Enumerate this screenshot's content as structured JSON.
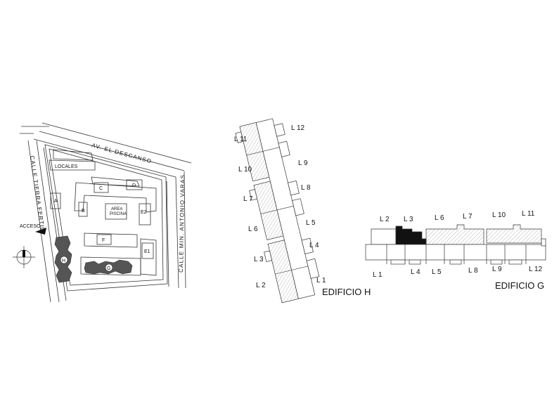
{
  "site_plan": {
    "street_top": "AV. EL DESCANSO",
    "street_left": "CALLE TIERRA FERTIL",
    "street_right": "CALLE MIN. ANTONIO VARAS",
    "shops": "LOCALES",
    "pool": [
      "AREA",
      "PISCINA"
    ],
    "access": "ACCESO",
    "buildings": [
      "A",
      "B",
      "C",
      "D",
      "E1",
      "E2",
      "F",
      "G",
      "H"
    ],
    "north_symbol": "N"
  },
  "edificio_h": {
    "title": "EDIFICIO H",
    "lots": [
      "L 1",
      "L 2",
      "L 3",
      "L 4",
      "L 5",
      "L 6",
      "L 7",
      "L 8",
      "L 9",
      "L 10",
      "L 11",
      "L 12"
    ]
  },
  "edificio_g": {
    "title": "EDIFICIO G",
    "lots": [
      "L 1",
      "L 2",
      "L 3",
      "L 4",
      "L 5",
      "L 6",
      "L 7",
      "L 8",
      "L 9",
      "L 10",
      "L 11",
      "L 12"
    ],
    "highlighted_lot": "L 3"
  },
  "colors": {
    "line": "#333333",
    "highlight": "#111111",
    "building_fill": "#555555",
    "hatch": "#9a9a9a"
  }
}
